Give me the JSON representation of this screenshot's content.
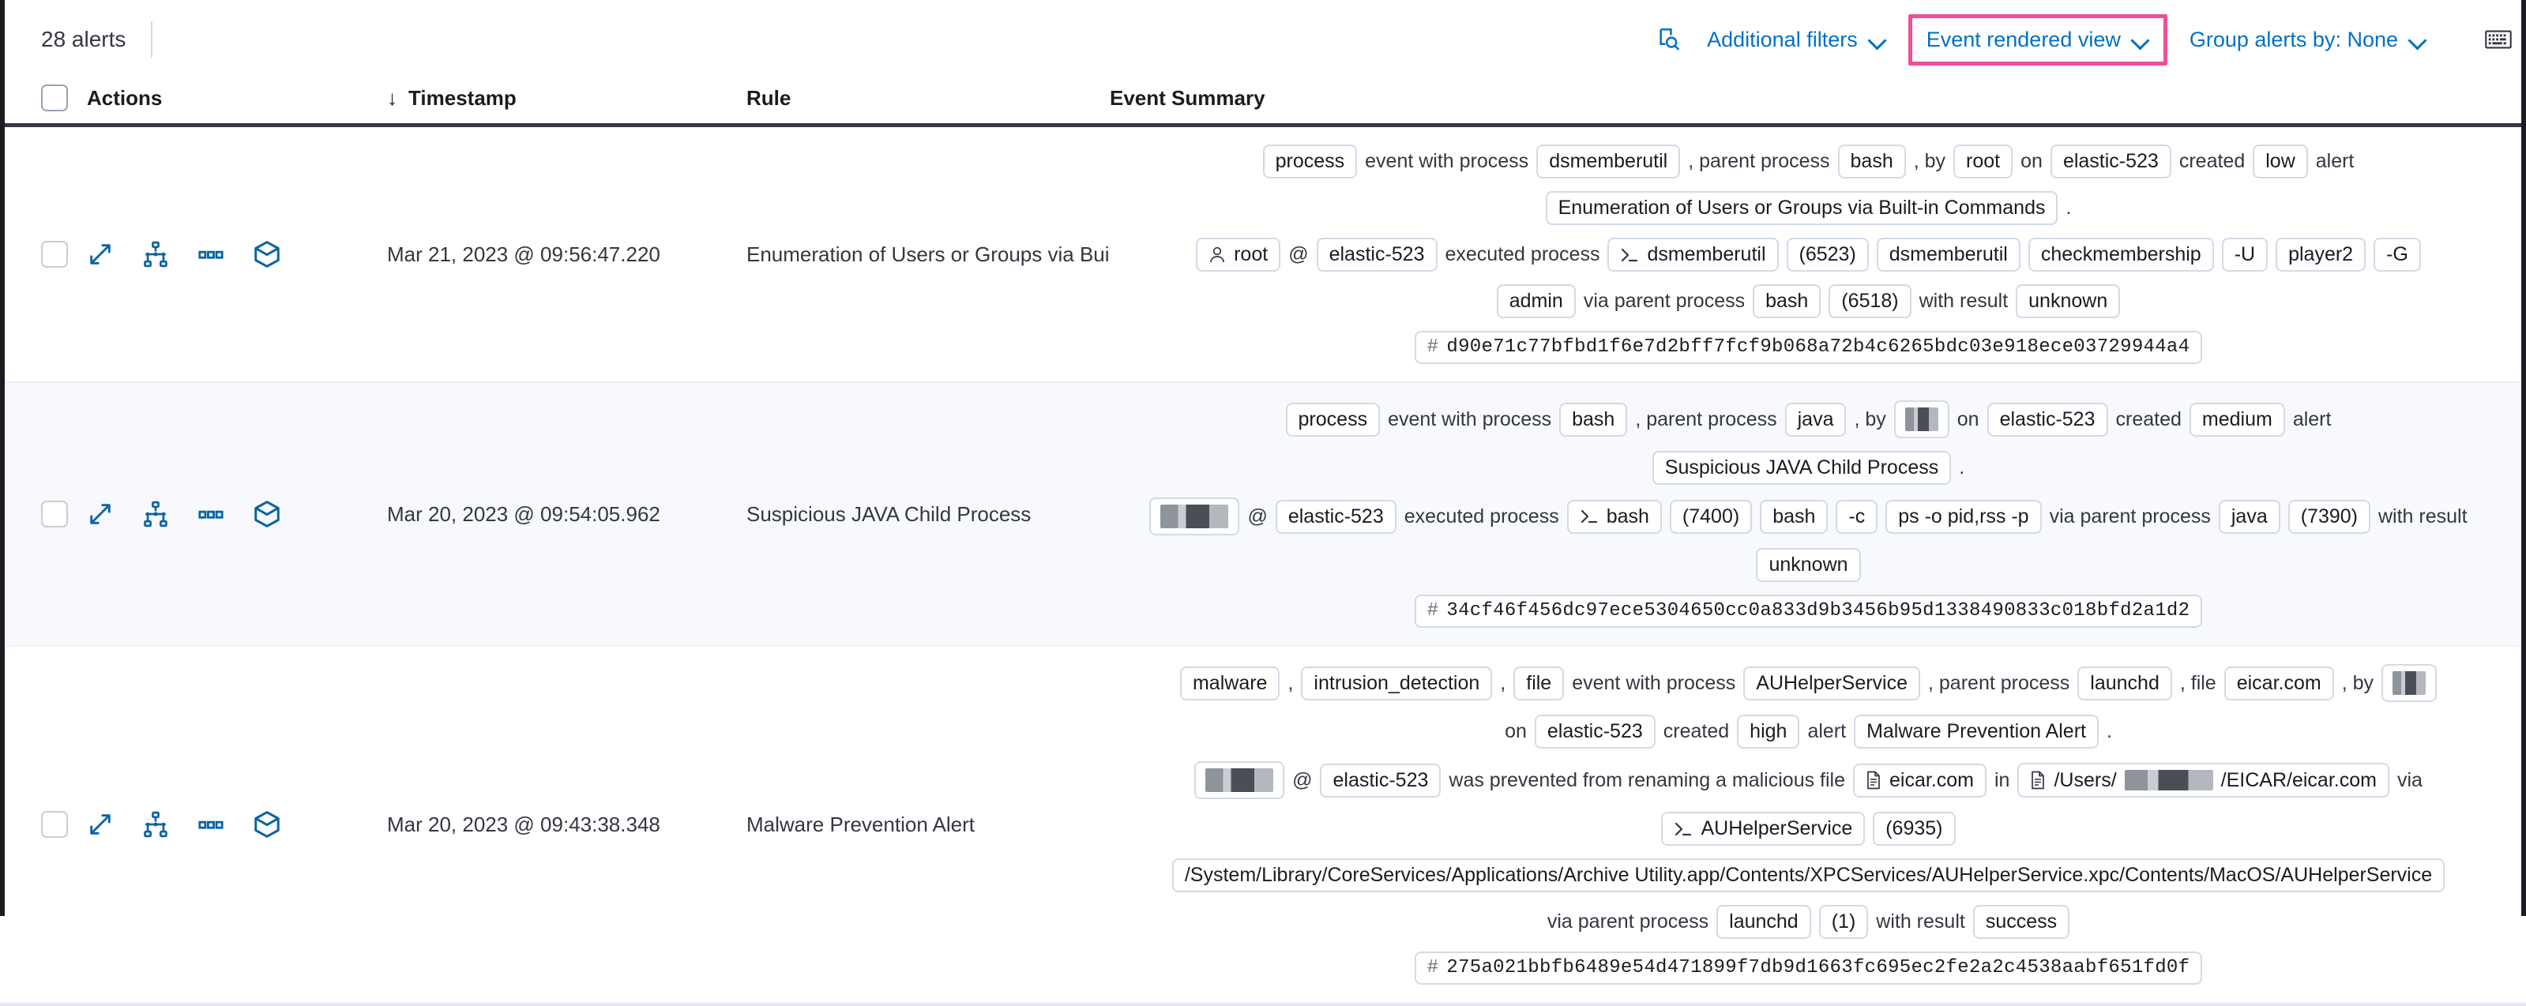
{
  "toolbar": {
    "alert_count": "28 alerts",
    "inspect_icon": "inspect-search-icon",
    "additional_filters": "Additional filters",
    "event_rendered_view": "Event rendered view",
    "group_alerts_by": "Group alerts by: None",
    "keyboard_icon": "keyboard-icon",
    "highlight_color": "#f04e98",
    "link_color": "#0071c2"
  },
  "columns": {
    "actions": "Actions",
    "timestamp": "Timestamp",
    "rule": "Rule",
    "event_summary": "Event Summary",
    "sort_arrow": "↓"
  },
  "row_actions": [
    "expand-icon",
    "analyze-event-icon",
    "more-actions-icon",
    "session-view-icon"
  ],
  "rows": [
    {
      "timestamp": "Mar 21, 2023 @ 09:56:47.220",
      "rule": "Enumeration of Users or Groups via Bui",
      "summary_lines": [
        [
          {
            "t": "chip",
            "v": "process"
          },
          {
            "t": "txt",
            "v": "event with process"
          },
          {
            "t": "chip",
            "v": "dsmemberutil"
          },
          {
            "t": "txt",
            "v": ", parent process"
          },
          {
            "t": "chip",
            "v": "bash"
          },
          {
            "t": "txt",
            "v": ", by"
          },
          {
            "t": "chip",
            "v": "root"
          },
          {
            "t": "txt",
            "v": "on"
          },
          {
            "t": "chip",
            "v": "elastic-523"
          },
          {
            "t": "txt",
            "v": "created"
          },
          {
            "t": "chip",
            "v": "low"
          },
          {
            "t": "txt",
            "v": "alert"
          }
        ],
        [
          {
            "t": "chip",
            "v": "Enumeration of Users or Groups via Built-in Commands"
          },
          {
            "t": "txt",
            "v": "."
          }
        ],
        [
          {
            "t": "chip",
            "v": "root",
            "icon": "user-icon"
          },
          {
            "t": "txt",
            "v": "@"
          },
          {
            "t": "chip",
            "v": "elastic-523"
          },
          {
            "t": "txt",
            "v": "executed process"
          },
          {
            "t": "chip",
            "v": "dsmemberutil",
            "icon": "console-icon"
          },
          {
            "t": "chip",
            "v": "(6523)"
          },
          {
            "t": "chip",
            "v": "dsmemberutil"
          },
          {
            "t": "chip",
            "v": "checkmembership"
          },
          {
            "t": "chip",
            "v": "-U"
          },
          {
            "t": "chip",
            "v": "player2"
          },
          {
            "t": "chip",
            "v": "-G"
          }
        ],
        [
          {
            "t": "chip",
            "v": "admin"
          },
          {
            "t": "txt",
            "v": "via parent process"
          },
          {
            "t": "chip",
            "v": "bash"
          },
          {
            "t": "chip",
            "v": "(6518)"
          },
          {
            "t": "txt",
            "v": "with result"
          },
          {
            "t": "chip",
            "v": "unknown"
          }
        ],
        [
          {
            "t": "hash",
            "v": "d90e71c77bfbd1f6e7d2bff7fcf9b068a72b4c6265bdc03e918ece03729944a4"
          }
        ]
      ]
    },
    {
      "timestamp": "Mar 20, 2023 @ 09:54:05.962",
      "rule": "Suspicious JAVA Child Process",
      "summary_lines": [
        [
          {
            "t": "chip",
            "v": "process"
          },
          {
            "t": "txt",
            "v": "event with process"
          },
          {
            "t": "chip",
            "v": "bash"
          },
          {
            "t": "txt",
            "v": ", parent process"
          },
          {
            "t": "chip",
            "v": "java"
          },
          {
            "t": "txt",
            "v": ", by"
          },
          {
            "t": "redact",
            "v": ""
          },
          {
            "t": "txt",
            "v": "on"
          },
          {
            "t": "chip",
            "v": "elastic-523"
          },
          {
            "t": "txt",
            "v": "created"
          },
          {
            "t": "chip",
            "v": "medium"
          },
          {
            "t": "txt",
            "v": "alert"
          }
        ],
        [
          {
            "t": "chip",
            "v": "Suspicious JAVA Child Process"
          },
          {
            "t": "txt",
            "v": "."
          }
        ],
        [
          {
            "t": "redact-wide",
            "v": ""
          },
          {
            "t": "txt",
            "v": "@"
          },
          {
            "t": "chip",
            "v": "elastic-523"
          },
          {
            "t": "txt",
            "v": "executed process"
          },
          {
            "t": "chip",
            "v": "bash",
            "icon": "console-icon"
          },
          {
            "t": "chip",
            "v": "(7400)"
          },
          {
            "t": "chip",
            "v": "bash"
          },
          {
            "t": "chip",
            "v": "-c"
          },
          {
            "t": "chip",
            "v": "ps -o pid,rss -p"
          },
          {
            "t": "txt",
            "v": "via parent process"
          },
          {
            "t": "chip",
            "v": "java"
          },
          {
            "t": "chip",
            "v": "(7390)"
          },
          {
            "t": "txt",
            "v": "with result"
          }
        ],
        [
          {
            "t": "chip",
            "v": "unknown"
          }
        ],
        [
          {
            "t": "hash",
            "v": "34cf46f456dc97ece5304650cc0a833d9b3456b95d1338490833c018bfd2a1d2"
          }
        ]
      ]
    },
    {
      "timestamp": "Mar 20, 2023 @ 09:43:38.348",
      "rule": "Malware Prevention Alert",
      "summary_lines": [
        [
          {
            "t": "chip",
            "v": "malware"
          },
          {
            "t": "txt",
            "v": ","
          },
          {
            "t": "chip",
            "v": "intrusion_detection"
          },
          {
            "t": "txt",
            "v": ","
          },
          {
            "t": "chip",
            "v": "file"
          },
          {
            "t": "txt",
            "v": "event with process"
          },
          {
            "t": "chip",
            "v": "AUHelperService"
          },
          {
            "t": "txt",
            "v": ", parent process"
          },
          {
            "t": "chip",
            "v": "launchd"
          },
          {
            "t": "txt",
            "v": ", file"
          },
          {
            "t": "chip",
            "v": "eicar.com"
          },
          {
            "t": "txt",
            "v": ", by"
          },
          {
            "t": "redact",
            "v": ""
          }
        ],
        [
          {
            "t": "txt",
            "v": "on"
          },
          {
            "t": "chip",
            "v": "elastic-523"
          },
          {
            "t": "txt",
            "v": "created"
          },
          {
            "t": "chip",
            "v": "high"
          },
          {
            "t": "txt",
            "v": "alert"
          },
          {
            "t": "chip",
            "v": "Malware Prevention Alert"
          },
          {
            "t": "txt",
            "v": "."
          }
        ],
        [
          {
            "t": "redact-wide",
            "v": ""
          },
          {
            "t": "txt",
            "v": "@"
          },
          {
            "t": "chip",
            "v": "elastic-523"
          },
          {
            "t": "txt",
            "v": "was prevented from renaming a malicious file"
          },
          {
            "t": "chip",
            "v": "eicar.com",
            "icon": "file-icon"
          },
          {
            "t": "txt",
            "v": "in"
          },
          {
            "t": "chip-path",
            "v": "/Users/",
            "v2": "/EICAR/eicar.com",
            "icon": "file-icon"
          },
          {
            "t": "txt",
            "v": "via"
          }
        ],
        [
          {
            "t": "chip",
            "v": "AUHelperService",
            "icon": "console-icon"
          },
          {
            "t": "chip",
            "v": "(6935)"
          }
        ],
        [
          {
            "t": "chip",
            "v": "/System/Library/CoreServices/Applications/Archive Utility.app/Contents/XPCServices/AUHelperService.xpc/Contents/MacOS/AUHelperService"
          }
        ],
        [
          {
            "t": "txt",
            "v": "via parent process"
          },
          {
            "t": "chip",
            "v": "launchd"
          },
          {
            "t": "chip",
            "v": "(1)"
          },
          {
            "t": "txt",
            "v": "with result"
          },
          {
            "t": "chip",
            "v": "success"
          }
        ],
        [
          {
            "t": "hash",
            "v": "275a021bbfb6489e54d471899f7db9d1663fc695ec2fe2a2c4538aabf651fd0f"
          }
        ]
      ]
    }
  ]
}
